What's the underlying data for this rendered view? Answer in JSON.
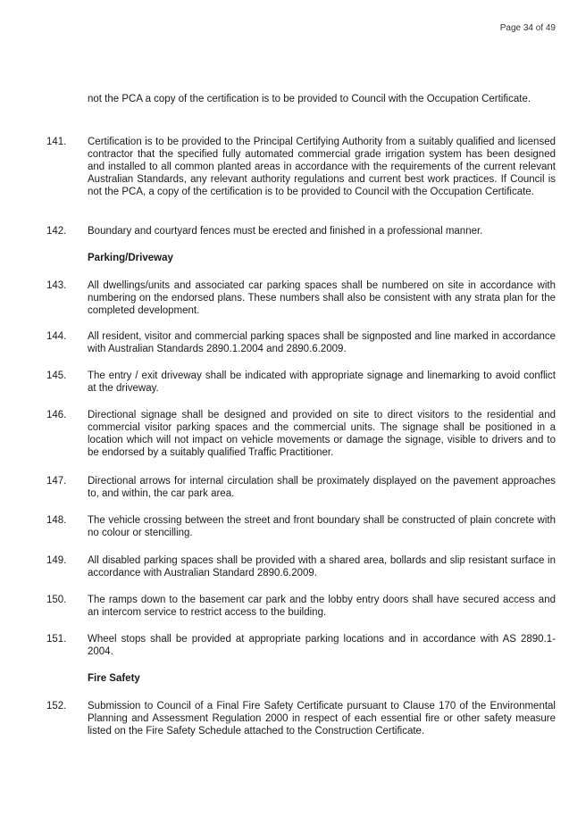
{
  "page_number": "Page 34 of 49",
  "continuation": "not the PCA a copy of the certification is to be provided to Council with the Occupation Certificate.",
  "headings": {
    "parking": "Parking/Driveway",
    "fire": "Fire Safety"
  },
  "items": [
    {
      "num": "141.",
      "text": "Certification is to be provided to the Principal Certifying Authority from a suitably qualified and licensed contractor that the specified fully automated commercial grade irrigation system has been designed and installed to all common planted areas in accordance with the requirements of the current relevant Australian Standards, any relevant authority regulations and current best work practices. If Council is not the PCA, a copy of the certification is to be provided to Council with the Occupation Certificate."
    },
    {
      "num": "142.",
      "text": "Boundary and courtyard fences must be erected and finished in a professional manner."
    },
    {
      "num": "143.",
      "text": "All dwellings/units and associated car parking spaces shall be numbered on site in accordance with numbering on the endorsed plans. These numbers shall also be consistent with any strata plan for the completed development."
    },
    {
      "num": "144.",
      "text": "All resident, visitor and commercial parking spaces shall be signposted and line marked in accordance with Australian Standards 2890.1.2004 and 2890.6.2009."
    },
    {
      "num": "145.",
      "text": "The entry / exit driveway shall be indicated with appropriate signage and linemarking to avoid conflict at the driveway."
    },
    {
      "num": "146.",
      "text": "Directional signage shall be designed and provided on site to direct visitors to the residential and commercial visitor parking spaces and the commercial units. The signage shall be positioned in a location which will not impact on vehicle movements or damage the signage, visible to drivers and to be endorsed by a suitably qualified Traffic Practitioner."
    },
    {
      "num": "147.",
      "text": "Directional arrows for internal circulation shall be proximately displayed on the pavement approaches to, and within, the car park area."
    },
    {
      "num": "148.",
      "text": "The vehicle crossing between the street and front boundary shall be constructed of plain concrete with no colour or stencilling."
    },
    {
      "num": "149.",
      "text": "All disabled parking spaces shall be provided with a shared area, bollards and slip resistant surface in accordance with Australian Standard 2890.6.2009."
    },
    {
      "num": "150.",
      "text": "The ramps down to the basement car park and the lobby entry doors shall have secured access and an intercom service to restrict access to the building."
    },
    {
      "num": "151.",
      "text": "Wheel stops shall be provided at appropriate parking locations and in accordance with AS 2890.1-2004."
    },
    {
      "num": "152.",
      "text": "Submission to Council of a Final Fire Safety Certificate pursuant to Clause 170 of the Environmental Planning and Assessment Regulation 2000 in respect of each essential fire or other safety measure listed on the Fire Safety Schedule attached to the Construction Certificate."
    }
  ]
}
